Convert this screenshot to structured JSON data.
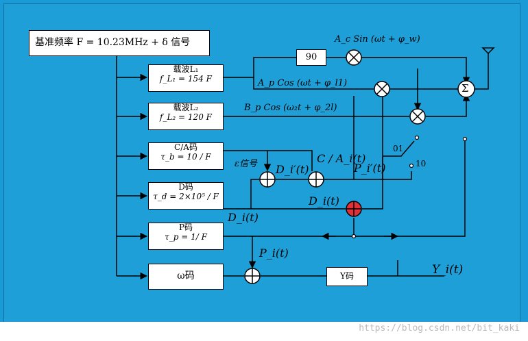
{
  "source": {
    "label": "基准频率 F = 10.23MHz + δ 信号"
  },
  "carrier_l1": {
    "name": "载波L₁",
    "param": "f_L₁ = 154 F"
  },
  "carrier_l2": {
    "name": "载波L₂",
    "param": "f_L₂ = 120 F"
  },
  "ca_code": {
    "name": "C/A码",
    "param": "τ_b = 10 / F"
  },
  "d_code": {
    "name": "D码",
    "param": "τ_d = 2×10⁵ / F"
  },
  "p_code": {
    "name": "P码",
    "param": "τ_p = 1/ F"
  },
  "w_code": {
    "name": "ω码"
  },
  "y_code": {
    "name": "Y码"
  },
  "phase_box": {
    "label": "90"
  },
  "signals": {
    "l1_sin": "A_c Sin (ωt + φ_w)",
    "l1_cos": "A_p Cos (ωt + φ_l1)",
    "l2_cos": "B_p Cos (ω₂t + φ_2l)",
    "eps": "ε信号",
    "di_prime": "D_i′(t)",
    "ca": "C / A_i(t)",
    "pi_prime": "P_i′(t)",
    "di_right": "D_i(t)",
    "di_left": "D_i(t)",
    "pi": "P_i(t)",
    "yi": "Y_i(t)",
    "sw01": "01",
    "sw10": "10",
    "sum": "Σ"
  },
  "watermark": "https://blog.csdn.net/bit_kaki"
}
